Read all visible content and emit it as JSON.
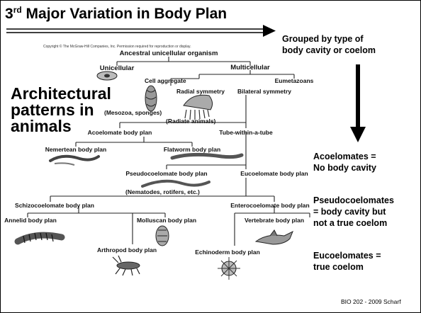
{
  "title": {
    "main": "3",
    "sup": "rd",
    "rest": " Major Variation in Body Plan"
  },
  "grouped_note": [
    "Grouped by type of",
    "body cavity or coelom"
  ],
  "copyright": "Copyright © The McGraw-Hill Companies, Inc. Permission required for reproduction or display.",
  "architectural": [
    "Architectural",
    "patterns in",
    "animals"
  ],
  "tree": {
    "ancestral": "Ancestral unicellular organism",
    "unicellular": "Unicellular",
    "multicellular": "Multicellular",
    "cell_aggregate": "Cell aggregate",
    "eumetazoans": "Eumetazoans",
    "radial": "Radial symmetry",
    "bilateral": "Bilateral symmetry",
    "mesozoa": "(Mesozoa, sponges)",
    "radiate": "(Radiate animals)",
    "acoelomate": "Acoelomate body plan",
    "tube": "Tube-within-a-tube",
    "nemertean": "Nemertean body plan",
    "flatworm": "Flatworm body plan",
    "pseudocoelomate": "Pseudocoelomate body plan",
    "eucoelomate": "Eucoelomate body plan",
    "nematodes": "(Nematodes, rotifers, etc.)",
    "schizocoelomate": "Schizocoelomate body plan",
    "enterocoelomate": "Enterocoelomate body plan",
    "annelid": "Annelid body plan",
    "molluscan": "Molluscan body plan",
    "vertebrate": "Vertebrate body plan",
    "arthropod": "Arthropod body plan",
    "echinoderm": "Echinoderm body plan"
  },
  "definitions": {
    "acoelomates": [
      "Acoelomates =",
      "No body cavity"
    ],
    "pseudocoelomates": [
      "Pseudocoelomates",
      "= body cavity but",
      "not a true coelom"
    ],
    "eucoelomates": [
      "Eucoelomates =",
      "true coelom"
    ]
  },
  "footer": "BIO 202 - 2009 Scharf"
}
